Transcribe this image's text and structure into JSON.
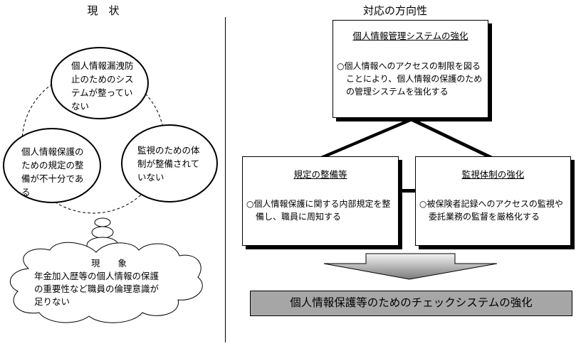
{
  "left_panel": {
    "heading": "現　状",
    "circles": [
      {
        "lines": [
          "個人情報漏洩防",
          "止のためのシス",
          "テムが整ってい",
          "ない"
        ]
      },
      {
        "lines": [
          "個人情報保護の",
          "ための規定の整",
          "備が不十分であ",
          "る"
        ]
      },
      {
        "lines": [
          "監視のための体",
          "制が整備されて",
          "いない"
        ]
      }
    ],
    "cloud": {
      "title": "現　　象",
      "lines": [
        "年金加入歴等の個人情報の保護",
        "の重要性など職員の倫理意識が",
        "足りない"
      ]
    }
  },
  "right_panel": {
    "heading": "対応の方向性",
    "top_box": {
      "title": "個人情報管理システムの強化",
      "body": "○個人情報へのアクセスの制限を図ることにより、個人情報の保護のための管理システムを強化する"
    },
    "left_box": {
      "title": "規定の整備等",
      "body": "○個人情報保護に関する内部規定を整備し、職員に周知する"
    },
    "right_box": {
      "title": "監視体制の強化",
      "body": "○被保険者記録へのアクセスの監視や委託業務の監督を厳格化する"
    },
    "result": "個人情報保護等のためのチェックシステムの強化"
  },
  "colors": {
    "result_fill": "#a6a6a6",
    "arrow_light": "#f2f2f2",
    "arrow_dark": "#777777"
  }
}
